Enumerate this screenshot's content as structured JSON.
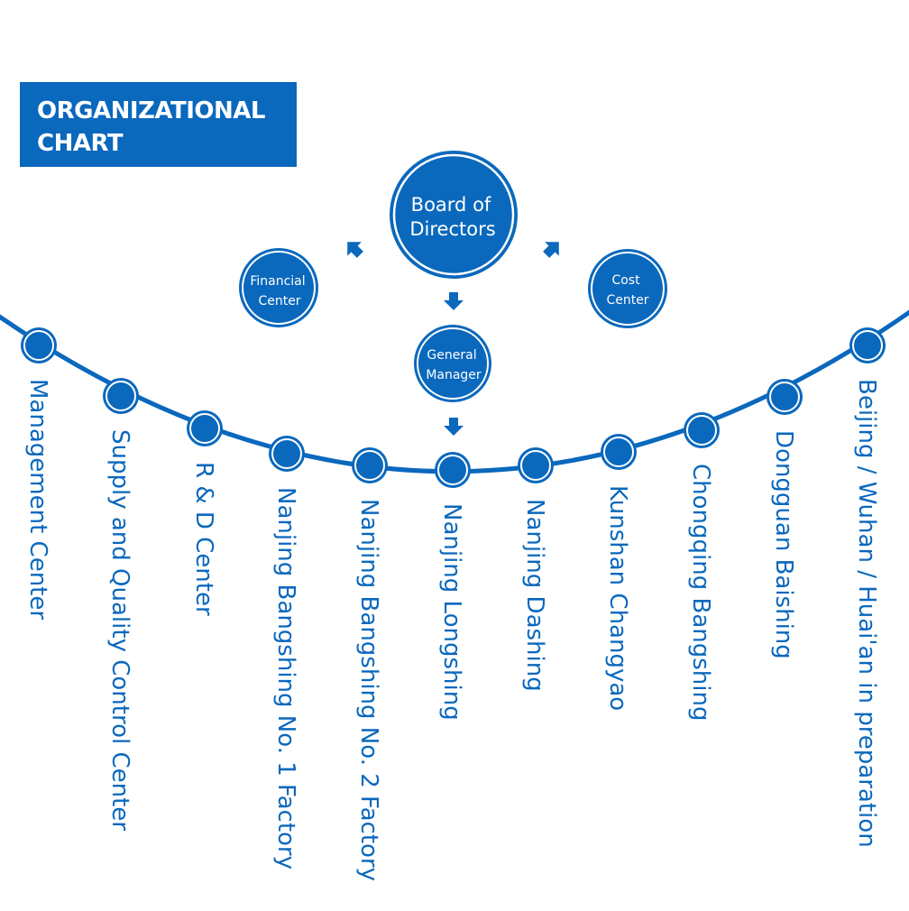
{
  "title": {
    "line1": "ORGANIZATIONAL",
    "line2": "CHART"
  },
  "colors": {
    "primary": "#0a68bd",
    "background": "#ffffff"
  },
  "nodes": {
    "board": [
      "Board of",
      "Directors"
    ],
    "financial": [
      "Financial",
      "Center"
    ],
    "cost": [
      "Cost",
      "Center"
    ],
    "general_manager": [
      "General",
      "Manager"
    ]
  },
  "departments": [
    "Management Center",
    "Supply and Quality Control Center",
    "R & D Center",
    "Nanjing Bangshing No. 1 Factory",
    "Nanjing Bangshing No. 2 Factory",
    "Nanjing Longshing",
    "Nanjing Dashing",
    "Kunshan Changyao",
    "Chongqing Bangshing",
    "Dongguan Baishing",
    "Beijing / Wuhan / Huai'an in preparation"
  ]
}
